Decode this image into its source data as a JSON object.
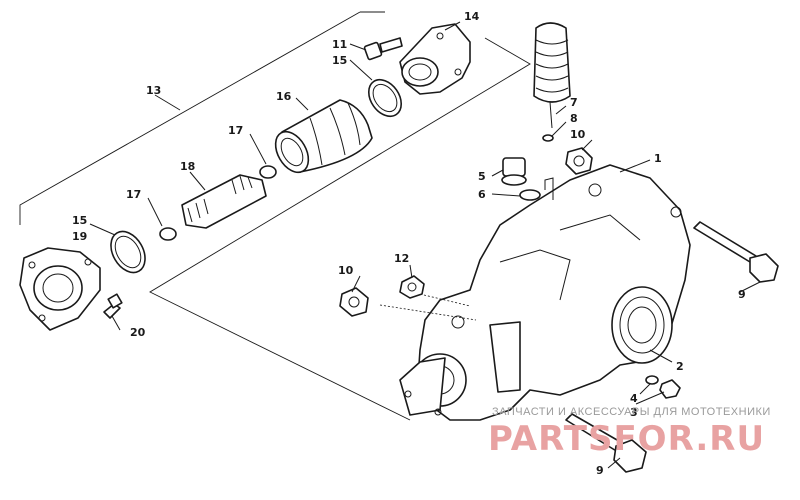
{
  "callouts": [
    {
      "id": "c1",
      "text": "1"
    },
    {
      "id": "c2",
      "text": "2"
    },
    {
      "id": "c3",
      "text": "3"
    },
    {
      "id": "c4",
      "text": "4"
    },
    {
      "id": "c5",
      "text": "5"
    },
    {
      "id": "c6",
      "text": "6"
    },
    {
      "id": "c7",
      "text": "7"
    },
    {
      "id": "c8",
      "text": "8"
    },
    {
      "id": "c9a",
      "text": "9"
    },
    {
      "id": "c9b",
      "text": "9"
    },
    {
      "id": "c10a",
      "text": "10"
    },
    {
      "id": "c10b",
      "text": "10"
    },
    {
      "id": "c11",
      "text": "11"
    },
    {
      "id": "c12",
      "text": "12"
    },
    {
      "id": "c13",
      "text": "13"
    },
    {
      "id": "c14",
      "text": "14"
    },
    {
      "id": "c15a",
      "text": "15"
    },
    {
      "id": "c15b",
      "text": "15"
    },
    {
      "id": "c16",
      "text": "16"
    },
    {
      "id": "c17a",
      "text": "17"
    },
    {
      "id": "c17b",
      "text": "17"
    },
    {
      "id": "c18",
      "text": "18"
    },
    {
      "id": "c19",
      "text": "19"
    },
    {
      "id": "c20",
      "text": "20"
    }
  ],
  "watermark": {
    "tagline": "ЗАПЧАСТИ И АКСЕССУАРЫ ДЛЯ МОТОТЕХНИКИ",
    "brand": "PARTSFOR.RU",
    "color": "#e8a2a2"
  }
}
